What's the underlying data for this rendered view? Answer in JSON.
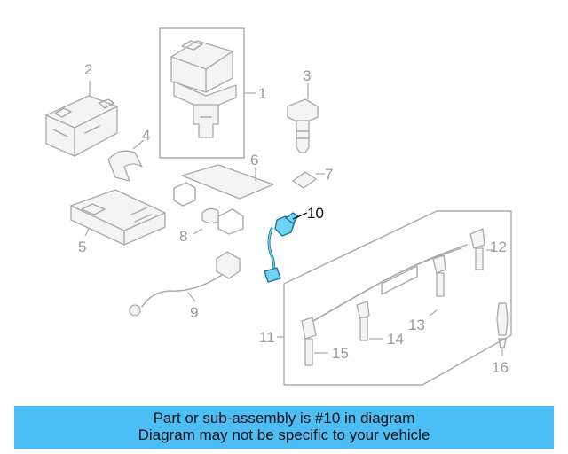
{
  "callouts": {
    "c1": "1",
    "c2": "2",
    "c3": "3",
    "c4": "4",
    "c5": "5",
    "c6": "6",
    "c7": "7",
    "c8": "8",
    "c9": "9",
    "c10": "10",
    "c11": "11",
    "c12": "12",
    "c13": "13",
    "c14": "14",
    "c15": "15",
    "c16": "16"
  },
  "highlight": {
    "part": "10",
    "color": "#6fd3f2"
  },
  "banner": {
    "line1": "Part or sub-assembly is #10 in diagram",
    "line2": "Diagram may not be specific to your vehicle",
    "background": "#4dbdf5"
  }
}
